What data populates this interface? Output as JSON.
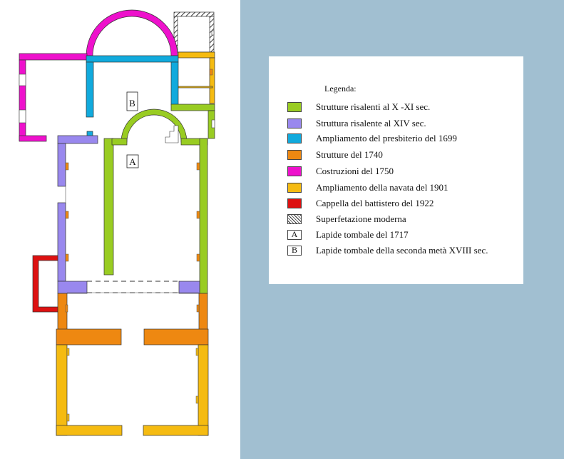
{
  "legend": {
    "title": "Legenda:",
    "items": [
      {
        "label": "Strutture risalenti al X -XI sec.",
        "color": "#99cc22",
        "icon": "green-swatch-icon"
      },
      {
        "label": "Struttura risalente al XIV sec.",
        "color": "#9988ee",
        "icon": "purple-swatch-icon"
      },
      {
        "label": "Ampliamento del presbiterio del 1699",
        "color": "#11aadd",
        "icon": "cyan-swatch-icon"
      },
      {
        "label": "Strutture del 1740",
        "color": "#ee8811",
        "icon": "orange-swatch-icon"
      },
      {
        "label": "Costruzioni del 1750",
        "color": "#ee11cc",
        "icon": "magenta-swatch-icon"
      },
      {
        "label": "Ampliamento della navata del 1901",
        "color": "#f5bb11",
        "icon": "yellow-swatch-icon"
      },
      {
        "label": "Cappella del battistero del 1922",
        "color": "#dd1111",
        "icon": "red-swatch-icon"
      },
      {
        "label": "Superfetazione moderna",
        "color": "#ffffff",
        "icon": "hatched-swatch-icon",
        "hatched": true
      },
      {
        "label": "Lapide tombale del 1717",
        "marker": "A",
        "icon": "marker-a-icon"
      },
      {
        "label": "Lapide tombale della seconda metà  XVIII sec.",
        "marker": "B",
        "icon": "marker-b-icon"
      }
    ]
  },
  "plan": {
    "marker_a": "A",
    "marker_b": "B"
  }
}
